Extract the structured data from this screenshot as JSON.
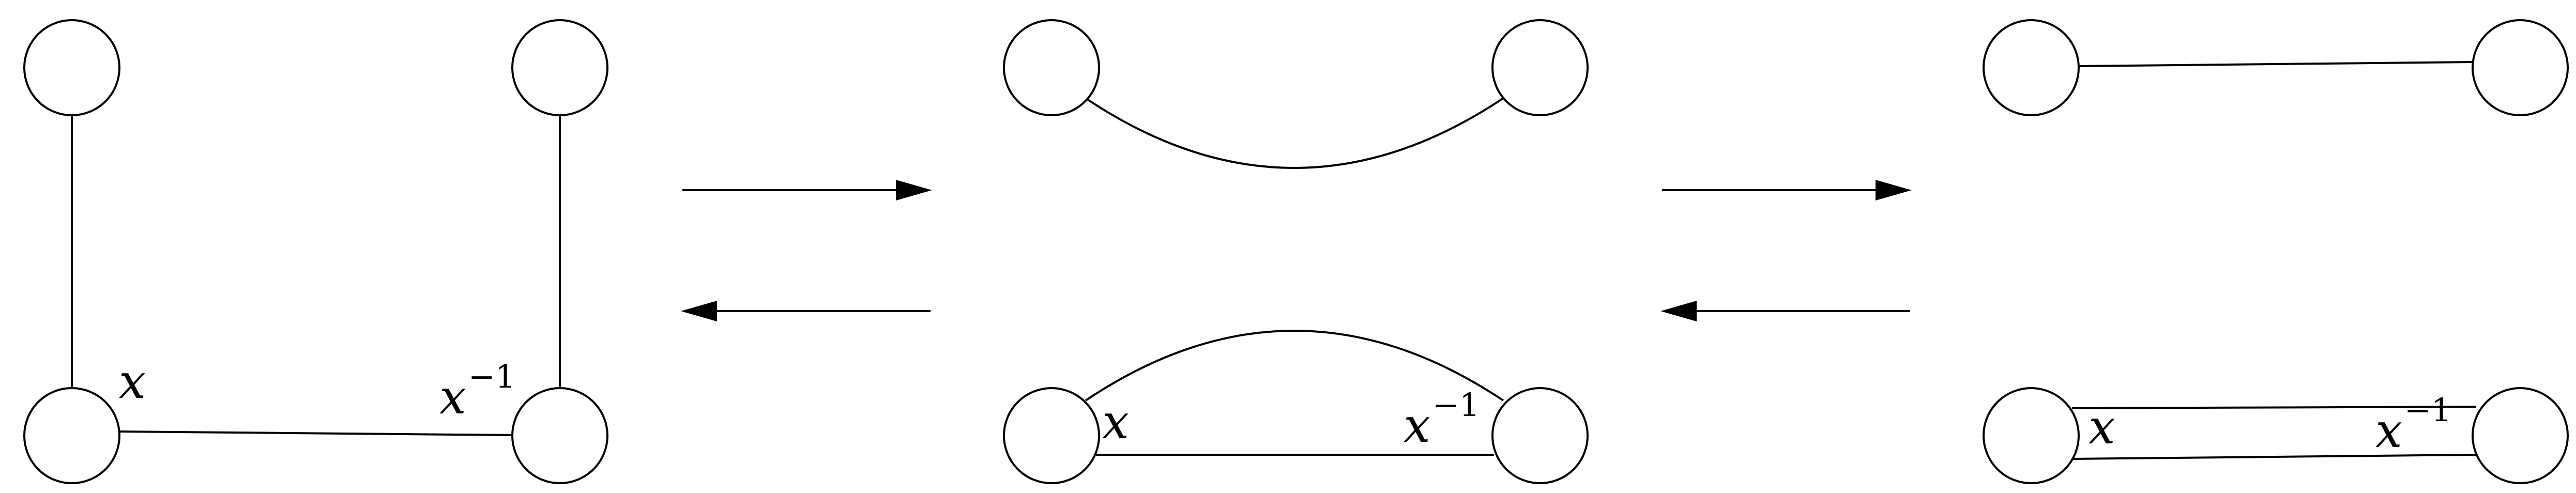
{
  "labels": {
    "x": "x",
    "x_inverse_base": "x",
    "x_inverse_exponent": "−1"
  },
  "colors": {
    "stroke": "#000000",
    "node_fill": "#ffffff",
    "background": "#ffffff"
  }
}
